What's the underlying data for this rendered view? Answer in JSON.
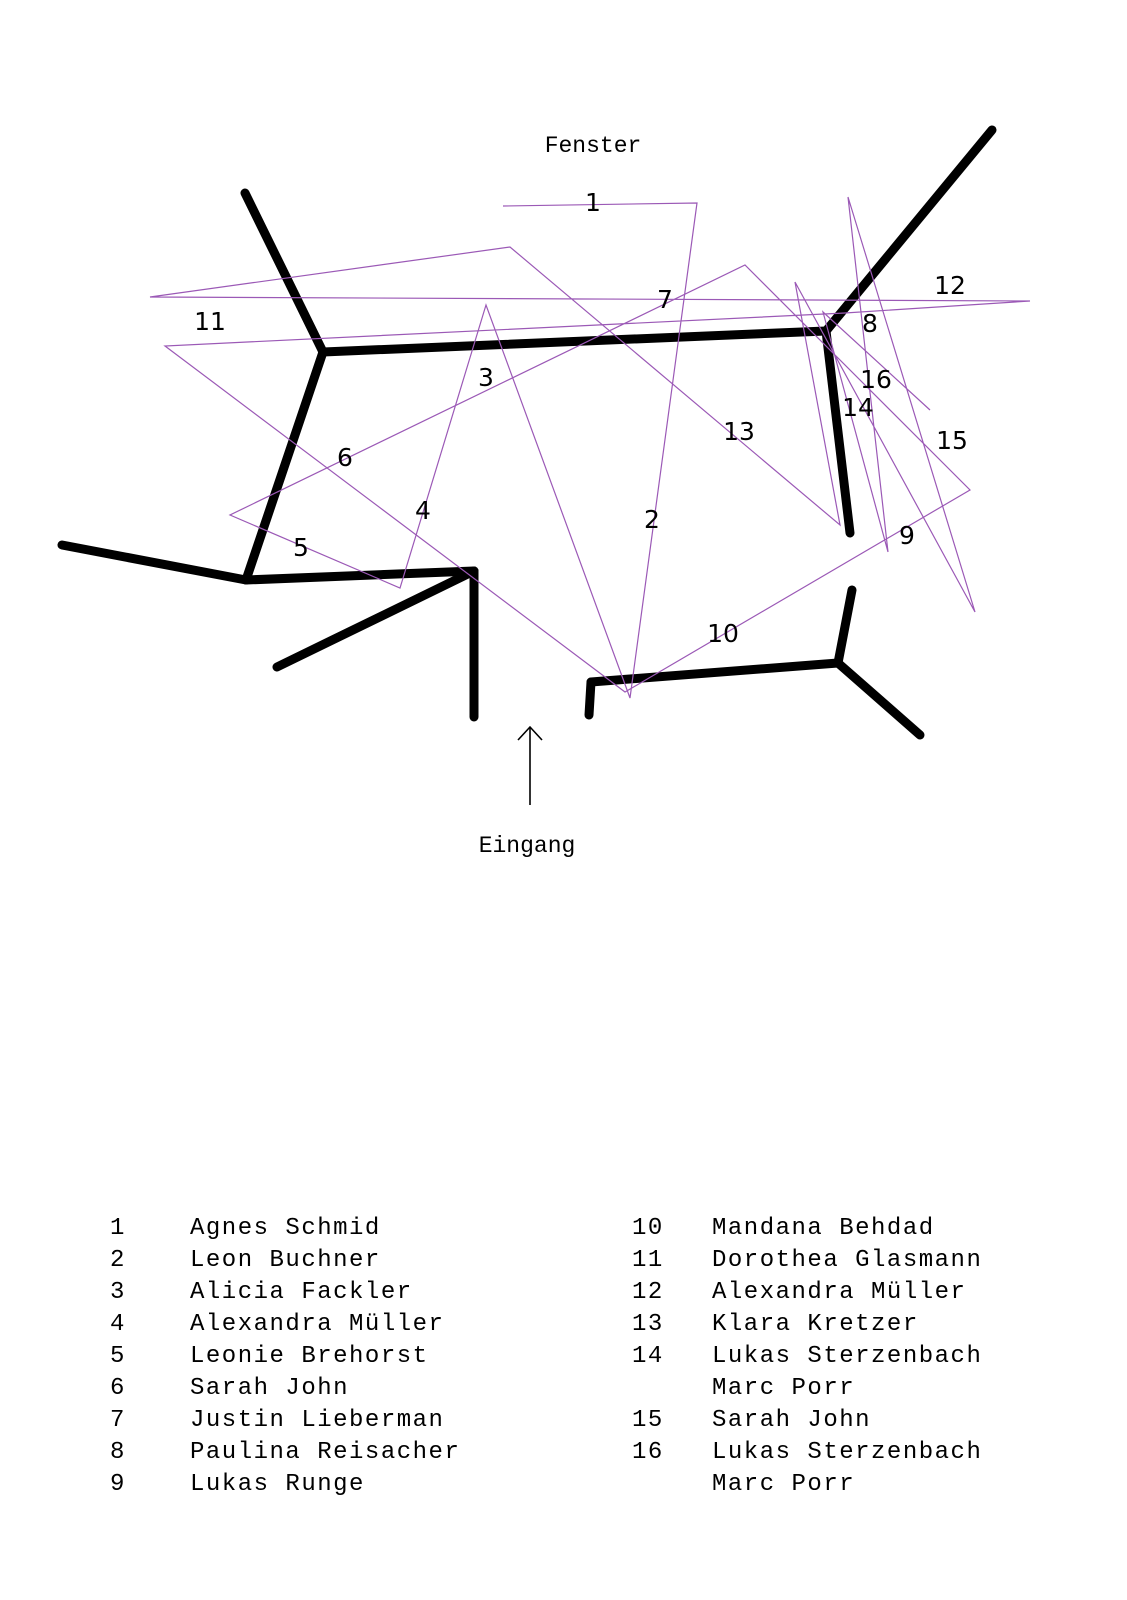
{
  "labels": {
    "window": "Fenster",
    "entrance": "Eingang"
  },
  "colors": {
    "walls": "#000000",
    "route": "#9b59b6"
  },
  "seat_labels": [
    "1",
    "2",
    "3",
    "4",
    "5",
    "6",
    "7",
    "8",
    "9",
    "10",
    "11",
    "12",
    "13",
    "14",
    "15",
    "16"
  ],
  "legend": {
    "left": [
      {
        "num": "1",
        "name": "Agnes Schmid"
      },
      {
        "num": "2",
        "name": "Leon Buchner"
      },
      {
        "num": "3",
        "name": "Alicia Fackler"
      },
      {
        "num": "4",
        "name": "Alexandra Müller"
      },
      {
        "num": "5",
        "name": "Leonie Brehorst"
      },
      {
        "num": "6",
        "name": "Sarah John"
      },
      {
        "num": "7",
        "name": "Justin Lieberman"
      },
      {
        "num": "8",
        "name": "Paulina Reisacher"
      },
      {
        "num": "9",
        "name": "Lukas Runge"
      }
    ],
    "right": [
      {
        "num": "10",
        "name": "Mandana Behdad"
      },
      {
        "num": "11",
        "name": "Dorothea Glasmann"
      },
      {
        "num": "12",
        "name": "Alexandra Müller"
      },
      {
        "num": "13",
        "name": "Klara Kretzer"
      },
      {
        "num": "14",
        "name": "Lukas Sterzenbach"
      },
      {
        "num": "",
        "name": "Marc Porr"
      },
      {
        "num": "15",
        "name": "Sarah John"
      },
      {
        "num": "16",
        "name": "Lukas Sterzenbach"
      },
      {
        "num": "",
        "name": "Marc Porr"
      }
    ]
  }
}
